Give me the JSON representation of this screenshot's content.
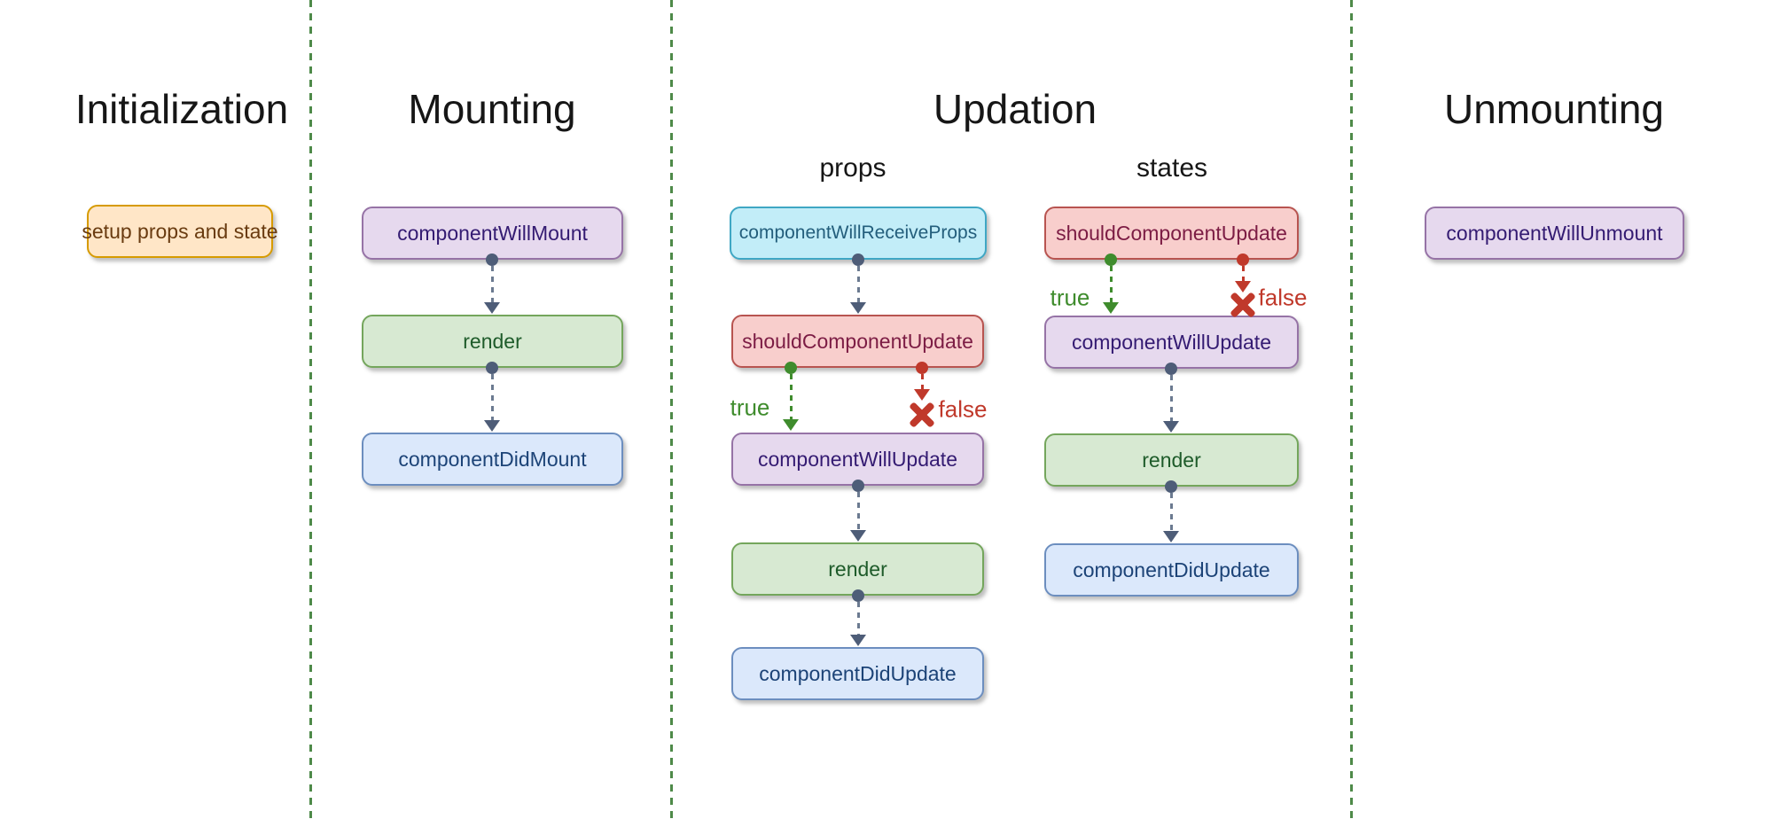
{
  "sections": {
    "initialization": {
      "title": "Initialization"
    },
    "mounting": {
      "title": "Mounting"
    },
    "updation": {
      "title": "Updation",
      "columns": {
        "props": {
          "label": "props"
        },
        "states": {
          "label": "states"
        }
      }
    },
    "unmounting": {
      "title": "Unmounting"
    }
  },
  "nodes": {
    "setup_props_and_state": {
      "label": "setup props and state",
      "variant": "orange",
      "section": "initialization"
    },
    "component_will_mount": {
      "label": "componentWillMount",
      "variant": "purple",
      "section": "mounting"
    },
    "render_mounting": {
      "label": "render",
      "variant": "green",
      "section": "mounting"
    },
    "component_did_mount": {
      "label": "componentDidMount",
      "variant": "blue",
      "section": "mounting"
    },
    "component_will_receive_props": {
      "label": "componentWillReceiveProps",
      "variant": "cyan",
      "section": "updation/props"
    },
    "should_component_update_props": {
      "label": "shouldComponentUpdate",
      "variant": "red",
      "section": "updation/props"
    },
    "component_will_update_props": {
      "label": "componentWillUpdate",
      "variant": "purple",
      "section": "updation/props"
    },
    "render_props": {
      "label": "render",
      "variant": "green",
      "section": "updation/props"
    },
    "component_did_update_props": {
      "label": "componentDidUpdate",
      "variant": "blue",
      "section": "updation/props"
    },
    "should_component_update_states": {
      "label": "shouldComponentUpdate",
      "variant": "red",
      "section": "updation/states"
    },
    "component_will_update_states": {
      "label": "componentWillUpdate",
      "variant": "purple",
      "section": "updation/states"
    },
    "render_states": {
      "label": "render",
      "variant": "green",
      "section": "updation/states"
    },
    "component_did_update_states": {
      "label": "componentDidUpdate",
      "variant": "blue",
      "section": "updation/states"
    },
    "component_will_unmount": {
      "label": "componentWillUnmount",
      "variant": "purple",
      "section": "unmounting"
    }
  },
  "branch_labels": {
    "true": "true",
    "false": "false"
  },
  "edges": [
    {
      "from": "component_will_mount",
      "to": "render_mounting",
      "type": "flow"
    },
    {
      "from": "render_mounting",
      "to": "component_did_mount",
      "type": "flow"
    },
    {
      "from": "component_will_receive_props",
      "to": "should_component_update_props",
      "type": "flow"
    },
    {
      "from": "should_component_update_props",
      "to": "component_will_update_props",
      "type": "true-branch"
    },
    {
      "from": "should_component_update_props",
      "to": "reject-x",
      "type": "false-branch"
    },
    {
      "from": "component_will_update_props",
      "to": "render_props",
      "type": "flow"
    },
    {
      "from": "render_props",
      "to": "component_did_update_props",
      "type": "flow"
    },
    {
      "from": "should_component_update_states",
      "to": "component_will_update_states",
      "type": "true-branch"
    },
    {
      "from": "should_component_update_states",
      "to": "reject-x",
      "type": "false-branch"
    },
    {
      "from": "component_will_update_states",
      "to": "render_states",
      "type": "flow"
    },
    {
      "from": "render_states",
      "to": "component_did_update_states",
      "type": "flow"
    }
  ],
  "colors": {
    "background": "#ffffff",
    "divider_green": "#4e8a49",
    "flow_arrow_gray": "#4e5d78",
    "true_green": "#3f8c2d",
    "false_red": "#c0392b",
    "node_orange_fill": "#ffe6c7",
    "node_orange_border": "#d79b00",
    "node_purple_fill": "#e6d9ee",
    "node_purple_border": "#9673a6",
    "node_green_fill": "#d7e9d2",
    "node_green_border": "#74a65c",
    "node_blue_fill": "#dbe8fb",
    "node_blue_border": "#6c8ebf",
    "node_cyan_fill": "#c2edf8",
    "node_cyan_border": "#3fa7c4",
    "node_red_fill": "#f8cecc",
    "node_red_border": "#b85450"
  }
}
